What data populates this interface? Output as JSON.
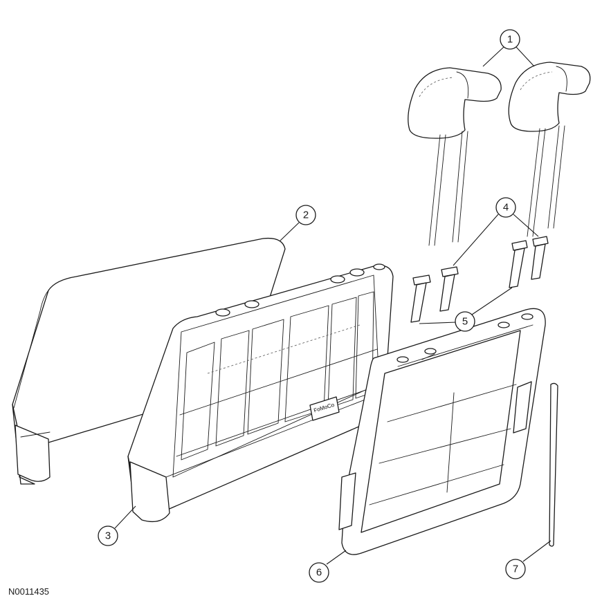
{
  "figure_id": "N0011435",
  "callouts": {
    "c1": "1",
    "c2": "2",
    "c3": "3",
    "c4": "4",
    "c5": "5",
    "c6": "6",
    "c7": "7"
  },
  "labels": {
    "logo_text": "FoMoCo"
  }
}
